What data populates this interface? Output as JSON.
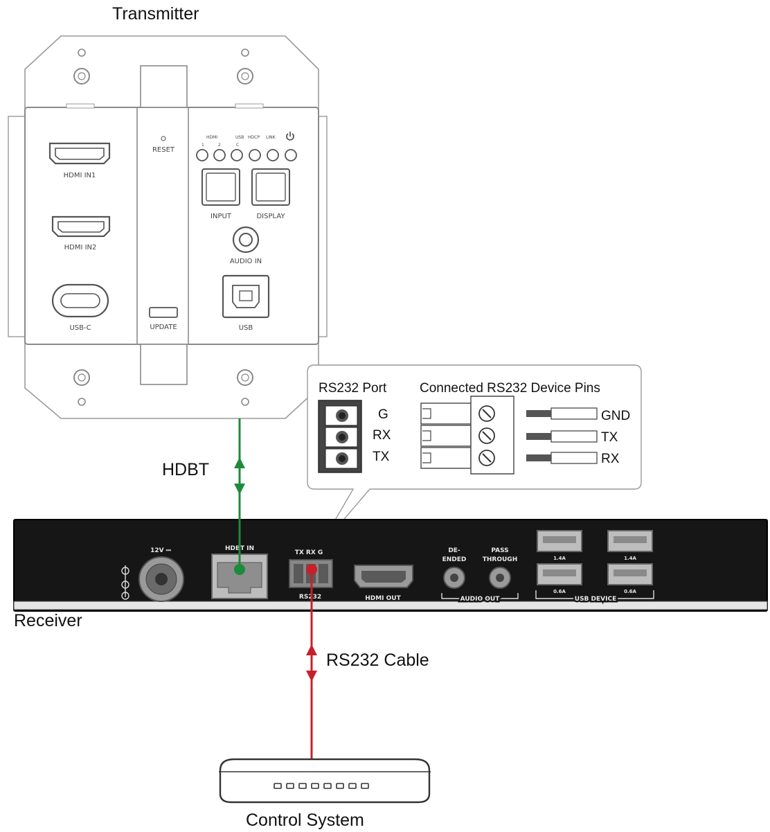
{
  "title_transmitter": "Transmitter",
  "title_receiver": "Receiver",
  "title_control": "Control System",
  "link_hdbt": "HDBT",
  "link_rs232": "RS232 Cable",
  "colors": {
    "hdbt_line": "#1e8a3c",
    "rs232_line": "#c8202a",
    "receiver_body": "#161616"
  },
  "transmitter": {
    "ports": {
      "hdmi_in1": "HDMI IN1",
      "hdmi_in2": "HDMI IN2",
      "usb_c": "USB-C",
      "reset": "RESET",
      "update": "UPDATE",
      "input_btn": "INPUT",
      "display_btn": "DISPLAY",
      "audio_in": "AUDIO IN",
      "usb": "USB"
    },
    "led_header": {
      "hdmi": "HDMI",
      "usb": "USB",
      "hdcp": "HDCP",
      "link": "LINK"
    },
    "led_numbers": [
      "1",
      "2",
      "C"
    ]
  },
  "callout": {
    "rs232_port_label": "RS232 Port",
    "device_pins_label": "Connected RS232 Device Pins",
    "port_pins": [
      "G",
      "RX",
      "TX"
    ],
    "device_pins": [
      "GND",
      "TX",
      "RX"
    ]
  },
  "receiver": {
    "power": "12V ⎓",
    "hdbt_in": "HDBT IN",
    "rs232_pins": "TX RX G",
    "rs232": "RS232",
    "hdmi_out": "HDMI OUT",
    "de_ended": "DE-\nENDED",
    "pass_through": "PASS\nTHROUGH",
    "audio_out": "AUDIO  OUT",
    "usb_device": "USB DEVICE",
    "usb_ratings": [
      "1.4A",
      "1.4A",
      "0.6A",
      "0.6A"
    ]
  }
}
